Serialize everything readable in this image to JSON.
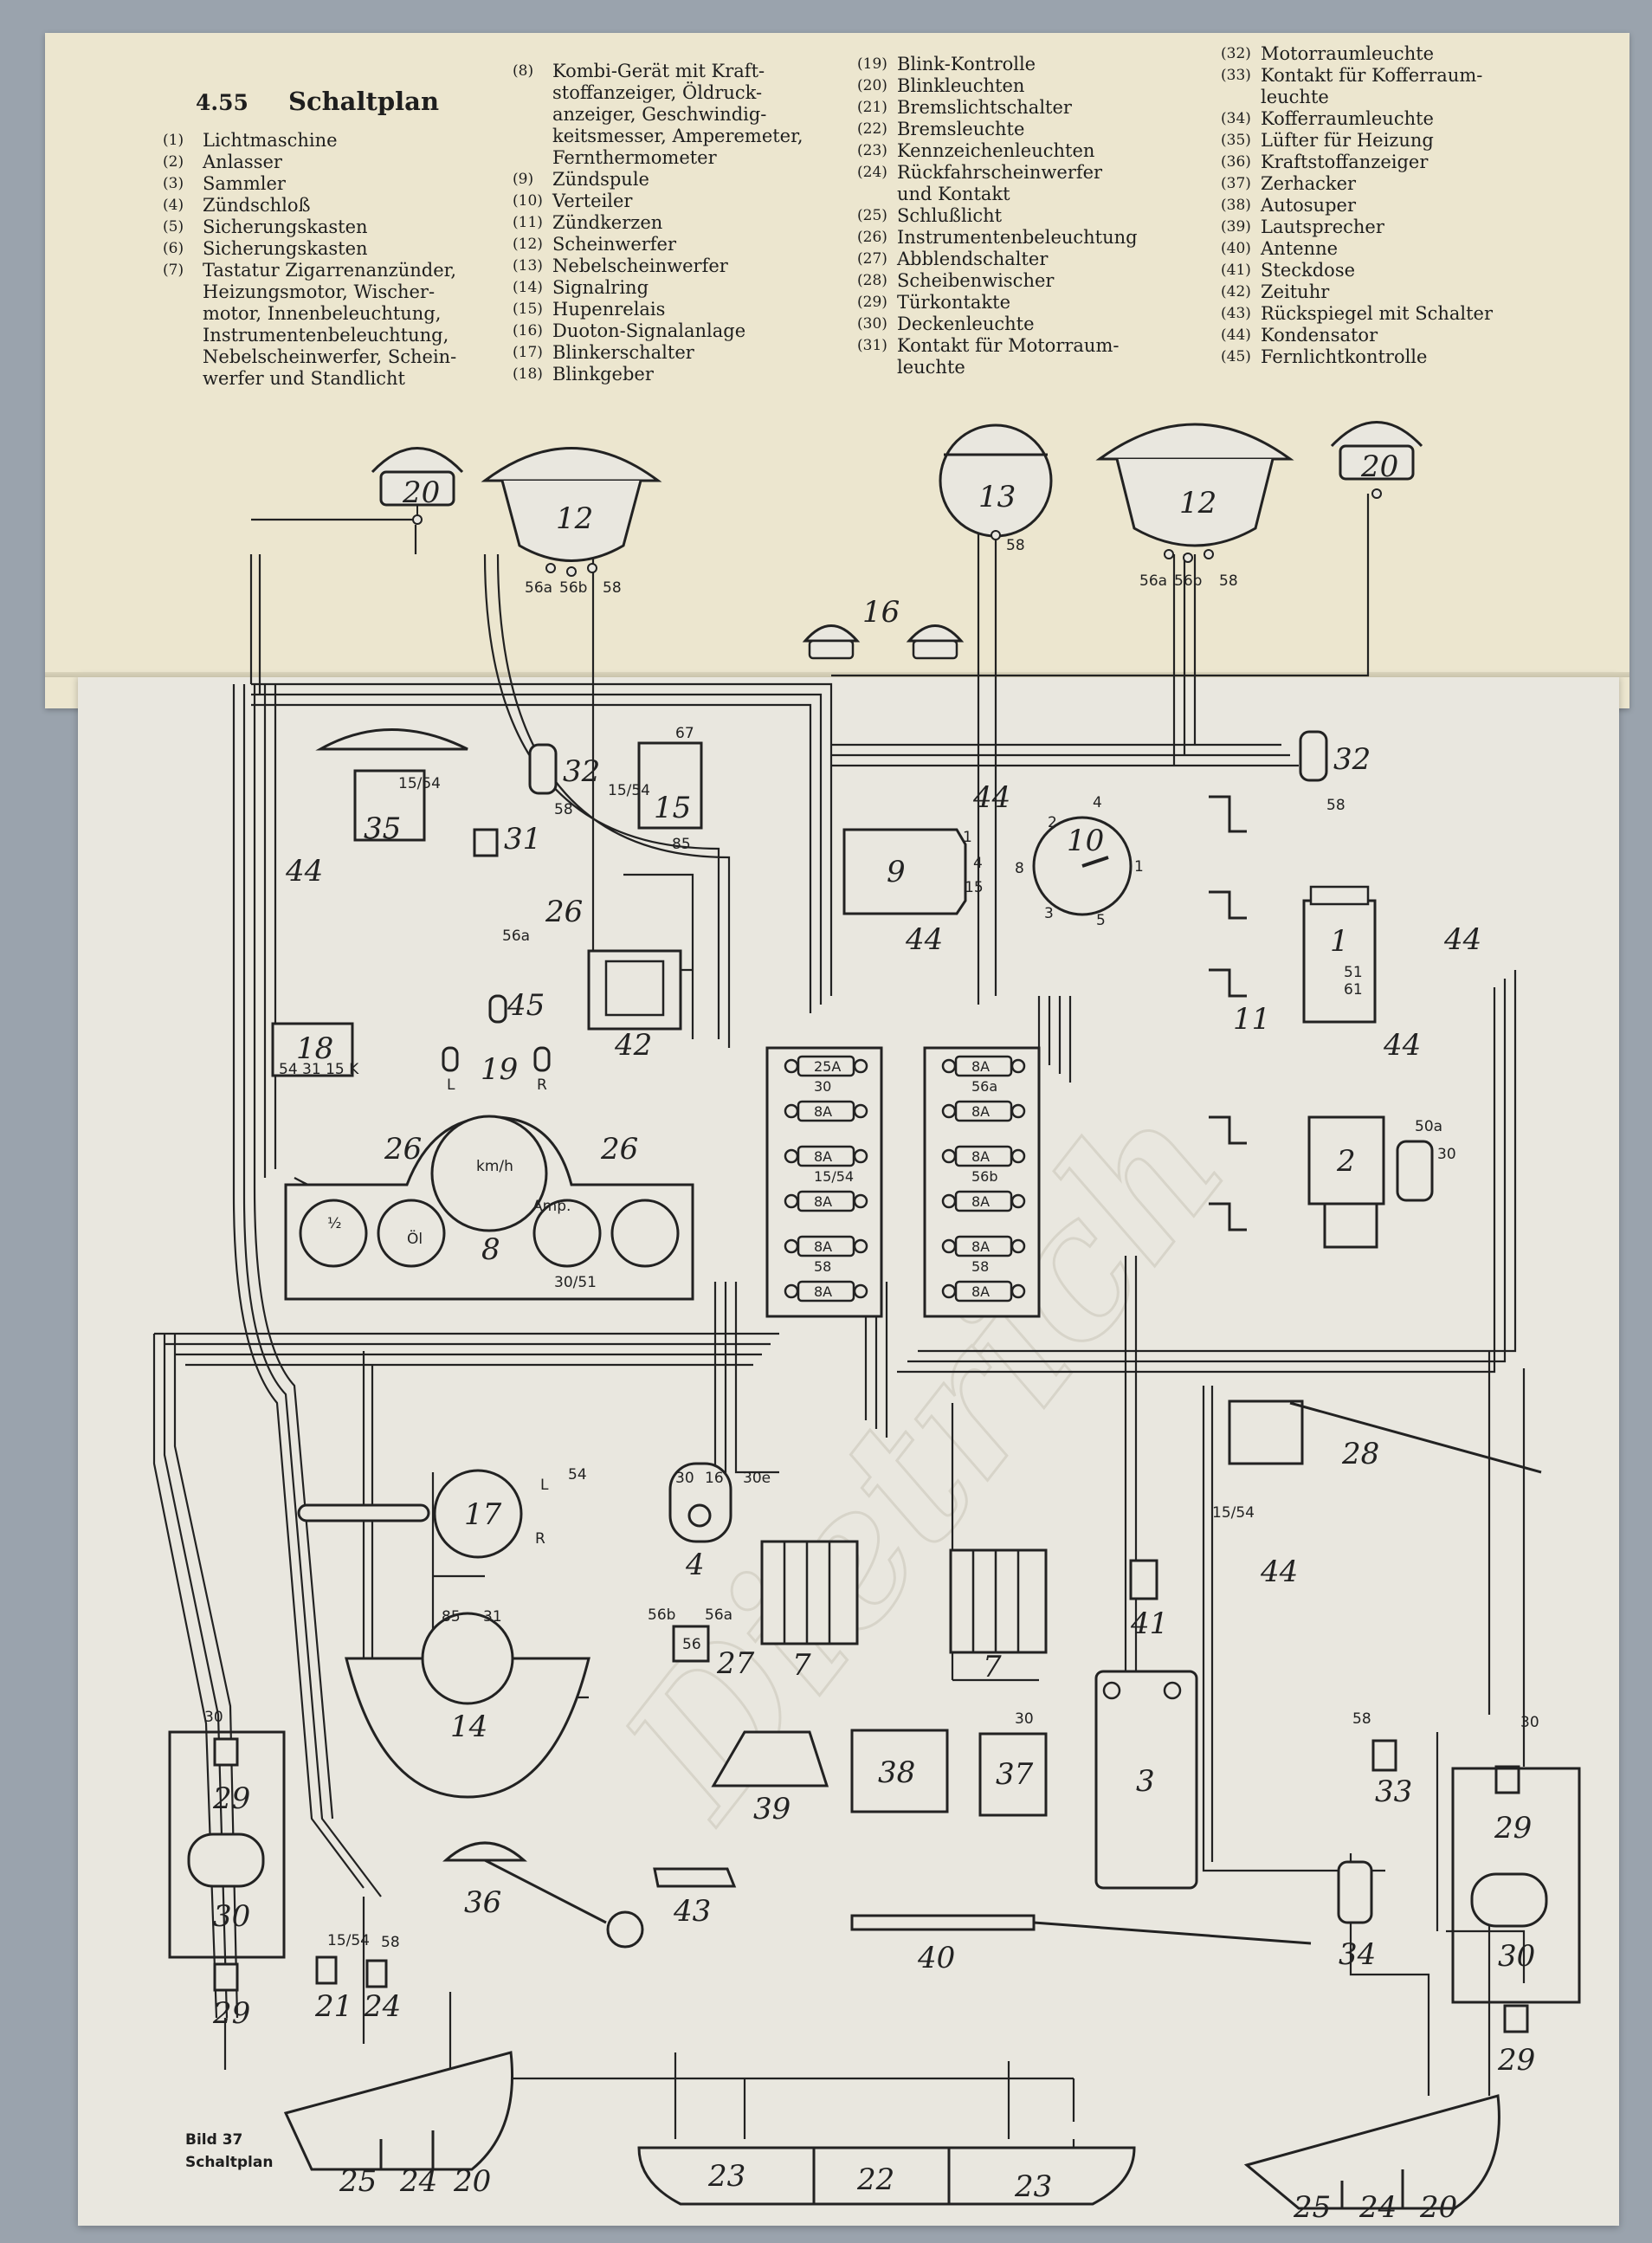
{
  "section": {
    "number": "4.55",
    "title": "Schaltplan"
  },
  "legend": [
    [
      {
        "n": "(1)",
        "t": "Lichtmaschine"
      },
      {
        "n": "(2)",
        "t": "Anlasser"
      },
      {
        "n": "(3)",
        "t": "Sammler"
      },
      {
        "n": "(4)",
        "t": "Zündschloß"
      },
      {
        "n": "(5)",
        "t": "Sicherungskasten"
      },
      {
        "n": "(6)",
        "t": "Sicherungskasten"
      },
      {
        "n": "(7)",
        "t": "Tastatur Zigarrenanzünder,\nHeizungsmotor, Wischer-\nmotor, Innenbeleuchtung,\nInstrumentenbeleuchtung,\nNebelscheinwerfer, Schein-\nwerfer und Standlicht"
      }
    ],
    [
      {
        "n": "(8)",
        "t": "Kombi-Gerät mit Kraft-\nstoffanzeiger, Öldruck-\nanzeiger, Geschwindig-\nkeitsmesser, Amperemeter,\nFernthermometer"
      },
      {
        "n": "(9)",
        "t": "Zündspule"
      },
      {
        "n": "(10)",
        "t": "Verteiler"
      },
      {
        "n": "(11)",
        "t": "Zündkerzen"
      },
      {
        "n": "(12)",
        "t": "Scheinwerfer"
      },
      {
        "n": "(13)",
        "t": "Nebelscheinwerfer"
      },
      {
        "n": "(14)",
        "t": "Signalring"
      },
      {
        "n": "(15)",
        "t": "Hupenrelais"
      },
      {
        "n": "(16)",
        "t": "Duoton-Signalanlage"
      },
      {
        "n": "(17)",
        "t": "Blinkerschalter"
      },
      {
        "n": "(18)",
        "t": "Blinkgeber"
      }
    ],
    [
      {
        "n": "(19)",
        "t": "Blink-Kontrolle"
      },
      {
        "n": "(20)",
        "t": "Blinkleuchten"
      },
      {
        "n": "(21)",
        "t": "Bremslichtschalter"
      },
      {
        "n": "(22)",
        "t": "Bremsleuchte"
      },
      {
        "n": "(23)",
        "t": "Kennzeichenleuchten"
      },
      {
        "n": "(24)",
        "t": "Rückfahrscheinwerfer\nund Kontakt"
      },
      {
        "n": "(25)",
        "t": "Schlußlicht"
      },
      {
        "n": "(26)",
        "t": "Instrumentenbeleuchtung"
      },
      {
        "n": "(27)",
        "t": "Abblendschalter"
      },
      {
        "n": "(28)",
        "t": "Scheibenwischer"
      },
      {
        "n": "(29)",
        "t": "Türkontakte"
      },
      {
        "n": "(30)",
        "t": "Deckenleuchte"
      },
      {
        "n": "(31)",
        "t": "Kontakt für Motorraum-\nleuchte"
      }
    ],
    [
      {
        "n": "(32)",
        "t": "Motorraumleuchte"
      },
      {
        "n": "(33)",
        "t": "Kontakt für Kofferraum-\nleuchte"
      },
      {
        "n": "(34)",
        "t": "Kofferraumleuchte"
      },
      {
        "n": "(35)",
        "t": "Lüfter für Heizung"
      },
      {
        "n": "(36)",
        "t": "Kraftstoffanzeiger"
      },
      {
        "n": "(37)",
        "t": "Zerhacker"
      },
      {
        "n": "(38)",
        "t": "Autosuper"
      },
      {
        "n": "(39)",
        "t": "Lautsprecher"
      },
      {
        "n": "(40)",
        "t": "Antenne"
      },
      {
        "n": "(41)",
        "t": "Steckdose"
      },
      {
        "n": "(42)",
        "t": "Zeituhr"
      },
      {
        "n": "(43)",
        "t": "Rückspiegel mit Schalter"
      },
      {
        "n": "(44)",
        "t": "Kondensator"
      },
      {
        "n": "(45)",
        "t": "Fernlichtkontrolle"
      }
    ]
  ],
  "diagram": {
    "components": {
      "c20a": "20",
      "c12a": "12",
      "c13": "13",
      "c12b": "12",
      "c20b": "20",
      "c16": "16",
      "c32a": "32",
      "c15": "15",
      "c35": "35",
      "c31": "31",
      "c44a": "44",
      "c32b": "32",
      "c44b": "44",
      "c10": "10",
      "c9": "9",
      "c44c": "44",
      "c1": "1",
      "c44d": "44",
      "c44e": "44",
      "c11": "11",
      "c26a": "26",
      "c45": "45",
      "c42": "42",
      "c18": "18",
      "c19": "19",
      "c26b": "26",
      "c26c": "26",
      "c2": "2",
      "c8": "8",
      "c28": "28",
      "c44f": "44",
      "c17": "17",
      "c4": "4",
      "c27": "27",
      "c7a": "7",
      "c7b": "7",
      "c41": "41",
      "c14": "14",
      "c3": "3",
      "c29a": "29",
      "c30a": "30",
      "c29b": "29",
      "c38": "38",
      "c37": "37",
      "c39": "39",
      "c36": "36",
      "c43": "43",
      "c40": "40",
      "c33": "33",
      "c34": "34",
      "c29c": "29",
      "c30b": "30",
      "c29d": "29",
      "c21": "21",
      "c24a": "24",
      "c25a": "25",
      "c24b": "24",
      "c20c": "20",
      "c23a": "23",
      "c22": "22",
      "c23b": "23",
      "c25b": "25",
      "c24c": "24",
      "c20d": "20"
    },
    "terminals": {
      "t56a_l": "56a",
      "t56b_l": "56b",
      "t58_l": "58",
      "t58_13": "58",
      "t56a_r": "56a",
      "t56b_r": "56b",
      "t58_r": "58",
      "t67": "67",
      "t1554_15": "15/54",
      "t85": "85",
      "t58_32": "58",
      "t1554_35": "15/54",
      "t58_32b": "58",
      "t10_1": "1",
      "t10_2": "2",
      "t10_3": "3",
      "t10_4": "4",
      "t10_5": "5",
      "t10_8": "8",
      "t10_1r": "1",
      "t9_1": "1",
      "t9_4": "4",
      "t9_15": "15",
      "t51": "51",
      "t61": "61",
      "t50a": "50a",
      "t30_2": "30",
      "t56a_45": "56a",
      "t18_54": "54 31 15 K",
      "t19_L": "L",
      "t19_R": "R",
      "t3051": "30/51",
      "t17_L": "L",
      "t17_R": "R",
      "t17_54": "54",
      "t4_30": "30",
      "t4_16": "16",
      "t4_30e": "30e",
      "t56b_27": "56b",
      "t56a_27": "56a",
      "t56_27": "56",
      "t85_14": "85",
      "t31_14": "31",
      "t1554_28": "15/54",
      "t30_29a": "30",
      "t30_37": "30",
      "t58_33": "58",
      "t30_29c": "30",
      "t1554_21": "15/54",
      "t58_24": "58",
      "kmh": "km/h",
      "amp": "Amp.",
      "half": "½",
      "ol": "Öl"
    },
    "fuses_left": [
      "25A",
      "8A",
      "8A",
      "8A",
      "8A",
      "8A"
    ],
    "fuses_right": [
      "8A",
      "8A",
      "8A",
      "8A",
      "8A",
      "8A"
    ],
    "fuse_labels_left": [
      "30",
      "15/54",
      "58"
    ],
    "fuse_labels_right": [
      "56a",
      "56b",
      "58"
    ]
  },
  "caption": {
    "line1": "Bild 37",
    "line2": "Schaltplan"
  }
}
